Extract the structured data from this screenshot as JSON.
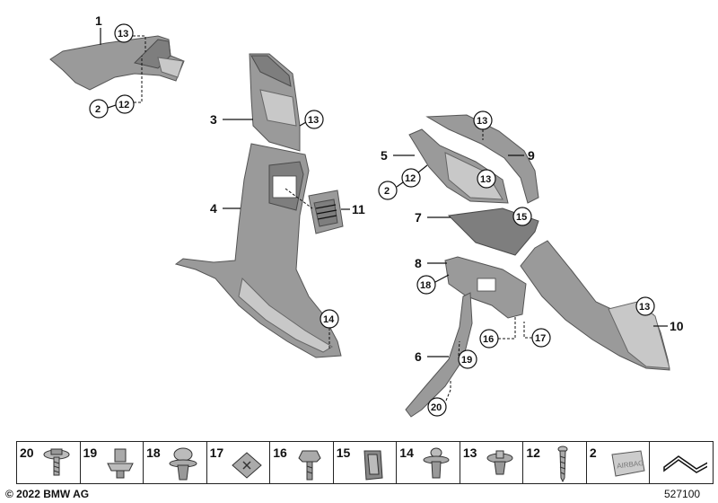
{
  "callouts": {
    "c1": "1",
    "c2a": "2",
    "c12a": "12",
    "c13a": "13",
    "c3": "3",
    "c13b": "13",
    "c4": "4",
    "c11": "11",
    "c14a": "14",
    "c5": "5",
    "c12b": "12",
    "c2b": "2",
    "c13c": "13",
    "c13d": "13",
    "c9": "9",
    "c7": "7",
    "c15a": "15",
    "c8": "8",
    "c18a": "18",
    "c13e": "13",
    "c10": "10",
    "c16a": "16",
    "c17a": "17",
    "c6": "6",
    "c19a": "19",
    "c20a": "20"
  },
  "legend": [
    {
      "num": "20",
      "icon": "screw-washer-icon"
    },
    {
      "num": "19",
      "icon": "clip-nut-icon"
    },
    {
      "num": "18",
      "icon": "expanding-rivet-icon"
    },
    {
      "num": "17",
      "icon": "spring-nut-icon"
    },
    {
      "num": "16",
      "icon": "hex-screw-icon"
    },
    {
      "num": "15",
      "icon": "edge-clip-icon"
    },
    {
      "num": "14",
      "icon": "push-rivet-icon"
    },
    {
      "num": "13",
      "icon": "trim-clip-icon"
    },
    {
      "num": "12",
      "icon": "self-tapping-screw-icon"
    },
    {
      "num": "2",
      "icon": "airbag-badge-icon",
      "badge_text": "AIRBAG"
    },
    {
      "num": "",
      "icon": "section-symbol-icon"
    }
  ],
  "footer": {
    "copyright": "© 2022 BMW AG",
    "diagram_id": "527100"
  }
}
